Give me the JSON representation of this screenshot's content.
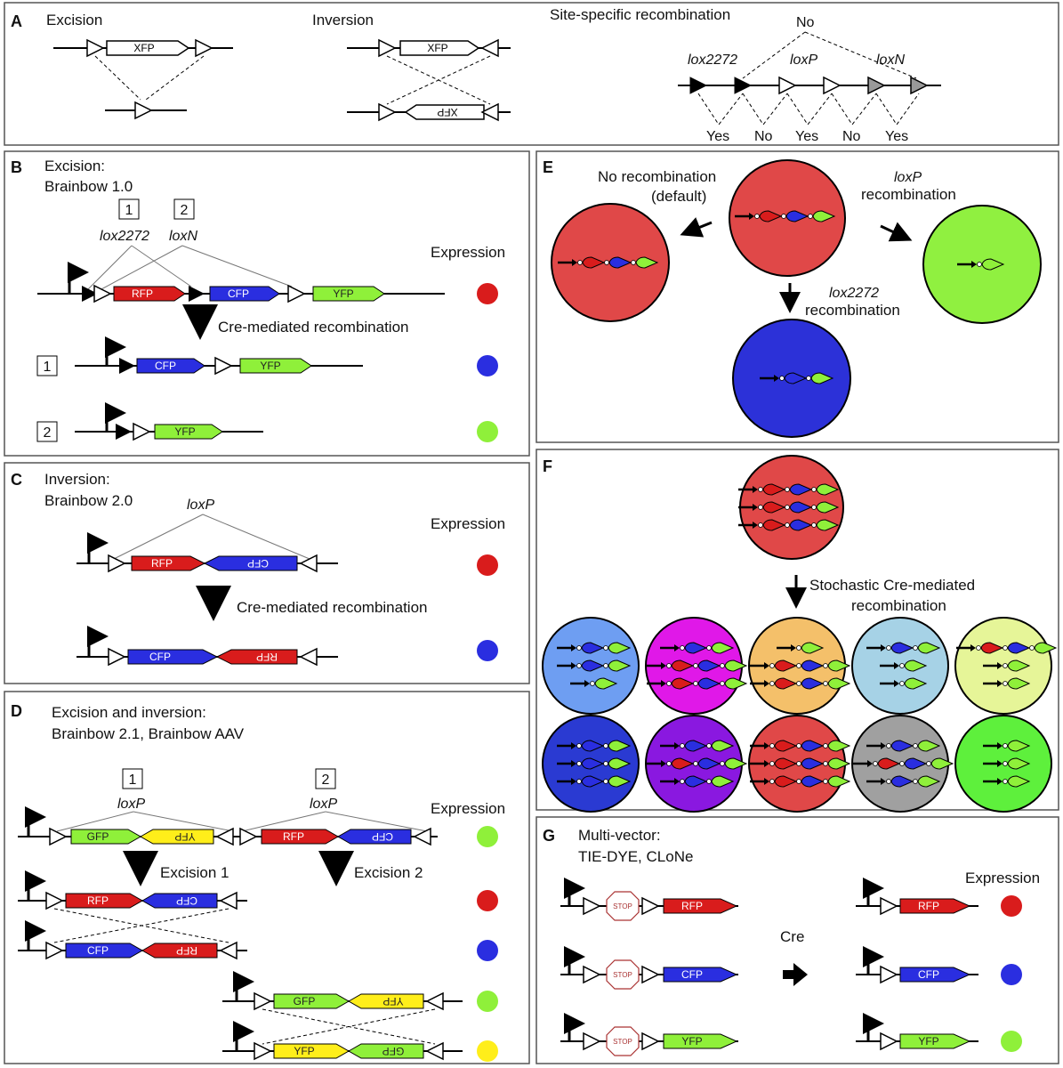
{
  "panels": {
    "A": {
      "letter": "A",
      "excision": "Excision",
      "inversion": "Inversion",
      "ssr": "Site-specific recombination",
      "xfp": "XFP",
      "lox2272": "lox2272",
      "loxP": "loxP",
      "loxN": "loxN",
      "no": "No",
      "yes": "Yes"
    },
    "B": {
      "letter": "B",
      "title1": "Excision:",
      "title2": "Brainbow 1.0",
      "box1": "1",
      "box2": "2",
      "lox2272": "lox2272",
      "loxN": "loxN",
      "expression": "Expression",
      "cre": "Cre-mediated recombination",
      "rfp": "RFP",
      "cfp": "CFP",
      "yfp": "YFP"
    },
    "C": {
      "letter": "C",
      "title1": "Inversion:",
      "title2": "Brainbow 2.0",
      "loxP": "loxP",
      "expression": "Expression",
      "cre": "Cre-mediated recombination",
      "rfp": "RFP",
      "cfp": "CFP"
    },
    "D": {
      "letter": "D",
      "title1": "Excision and inversion:",
      "title2": "Brainbow 2.1, Brainbow AAV",
      "box1": "1",
      "box2": "2",
      "loxP": "loxP",
      "expression": "Expression",
      "excision1": "Excision 1",
      "excision2": "Excision 2",
      "gfp": "GFP",
      "yfp": "YFP",
      "rfp": "RFP",
      "cfp": "CFP"
    },
    "E": {
      "letter": "E",
      "norec1": "No recombination",
      "norec2": "(default)",
      "loxP": "loxP",
      "lox2272": "lox2272",
      "recombination": "recombination"
    },
    "F": {
      "letter": "F",
      "stoch1": "Stochastic Cre-mediated",
      "stoch2": "recombination"
    },
    "G": {
      "letter": "G",
      "title1": "Multi-vector:",
      "title2": "TIE-DYE, CLoNe",
      "expression": "Expression",
      "cre": "Cre",
      "stop": "STOP",
      "rfp": "RFP",
      "cfp": "CFP",
      "yfp": "YFP"
    }
  },
  "colors": {
    "red": "#d91c1c",
    "blue": "#2a2ee0",
    "green": "#8ff03a",
    "yellow": "#ffee1a",
    "cellRed": "#e04848",
    "cellBlue": "#2c31d8",
    "cellGreen": "#90f040",
    "cellLightBlue": "#6e9ef2",
    "cellMagenta": "#e018e8",
    "cellOrange": "#f4c06a",
    "cellSky": "#a6d2e6",
    "cellLime": "#e6f598",
    "cellDarkBlue": "#2a3ad2",
    "cellPurple": "#8a18e0",
    "cellGray": "#a0a0a0",
    "cellBrightGreen": "#5ef03c"
  }
}
